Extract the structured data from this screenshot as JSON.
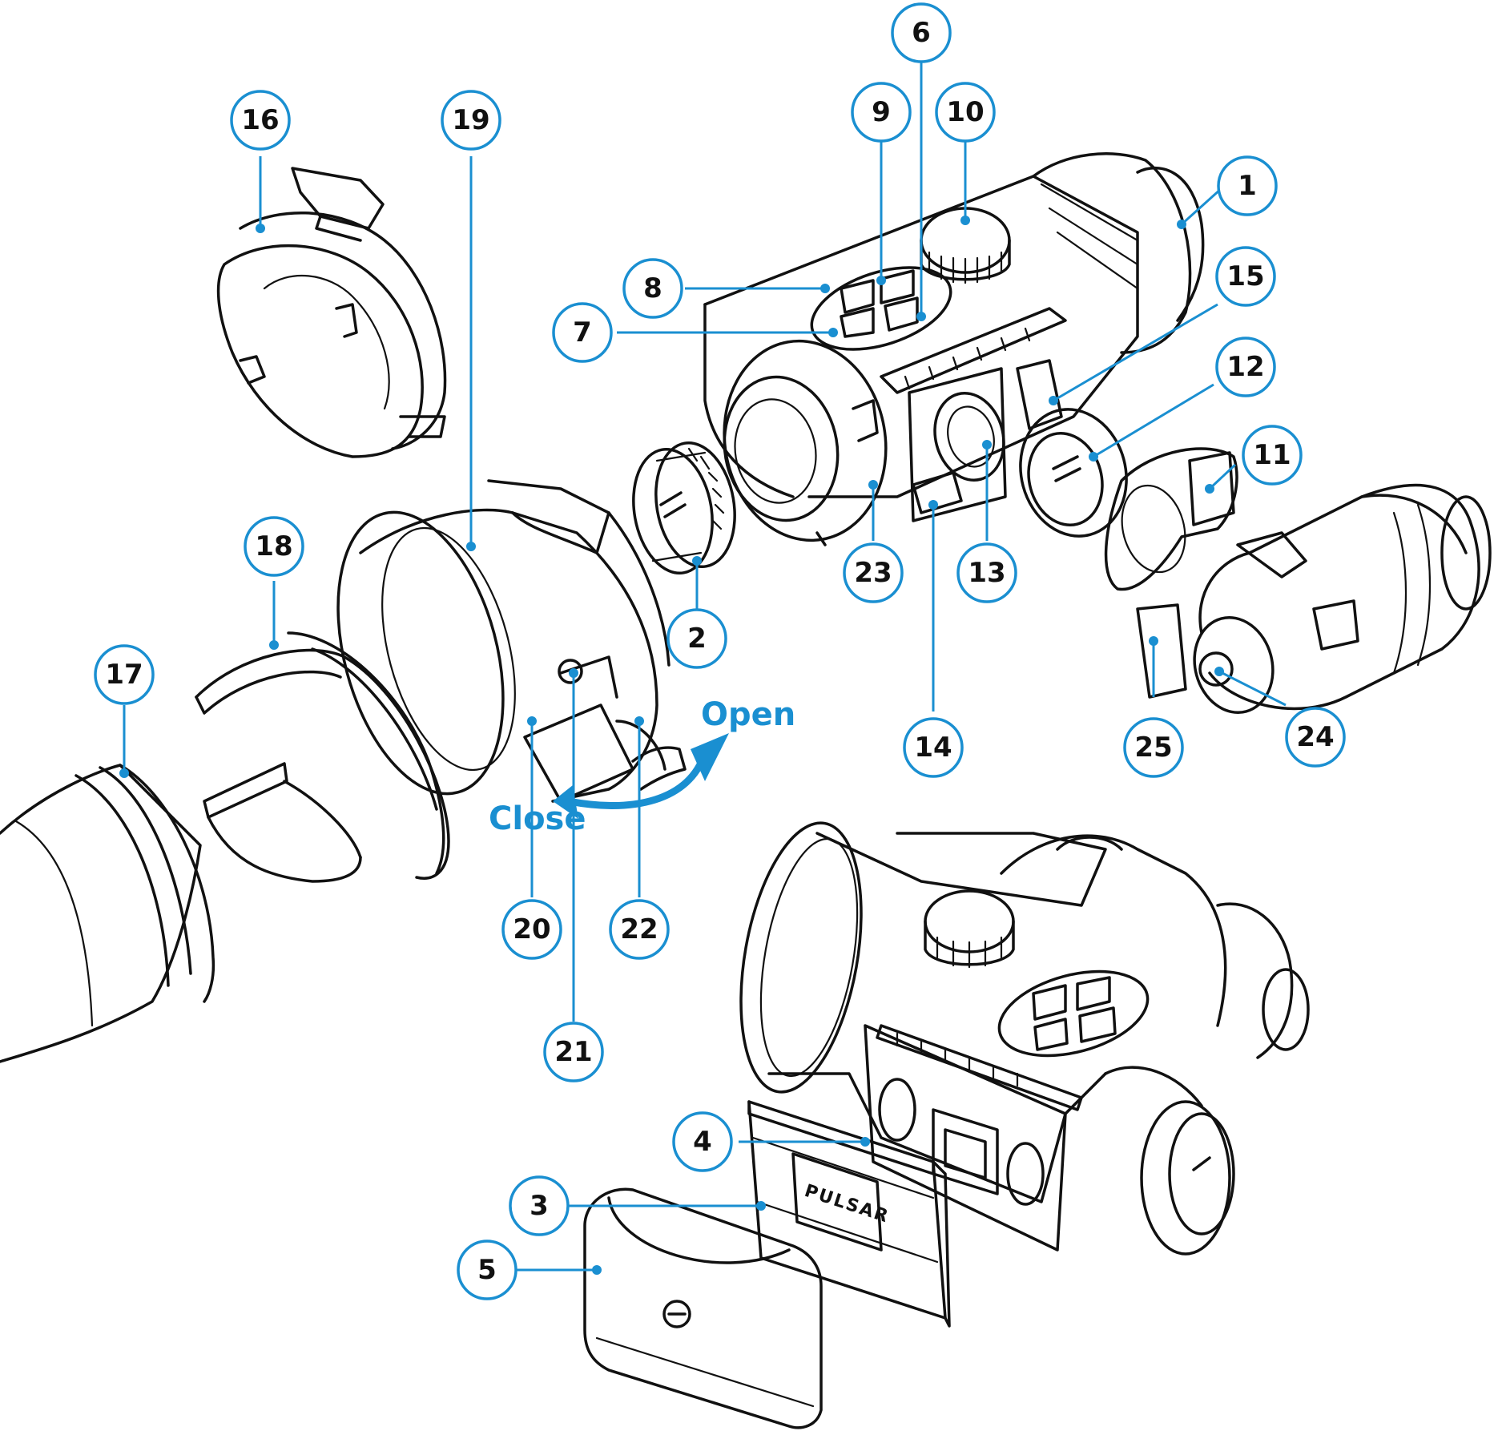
{
  "callouts": [
    {
      "label": "1"
    },
    {
      "label": "2"
    },
    {
      "label": "3"
    },
    {
      "label": "4"
    },
    {
      "label": "5"
    },
    {
      "label": "6"
    },
    {
      "label": "7"
    },
    {
      "label": "8"
    },
    {
      "label": "9"
    },
    {
      "label": "10"
    },
    {
      "label": "11"
    },
    {
      "label": "12"
    },
    {
      "label": "13"
    },
    {
      "label": "14"
    },
    {
      "label": "15"
    },
    {
      "label": "16"
    },
    {
      "label": "17"
    },
    {
      "label": "18"
    },
    {
      "label": "19"
    },
    {
      "label": "20"
    },
    {
      "label": "21"
    },
    {
      "label": "22"
    },
    {
      "label": "23"
    },
    {
      "label": "24"
    },
    {
      "label": "25"
    }
  ],
  "direction_labels": {
    "open": "Open",
    "close": "Close"
  },
  "battery_brand": "PULSAR",
  "colors": {
    "accent": "#1a8fd1",
    "ink": "#111111",
    "background": "#ffffff"
  }
}
